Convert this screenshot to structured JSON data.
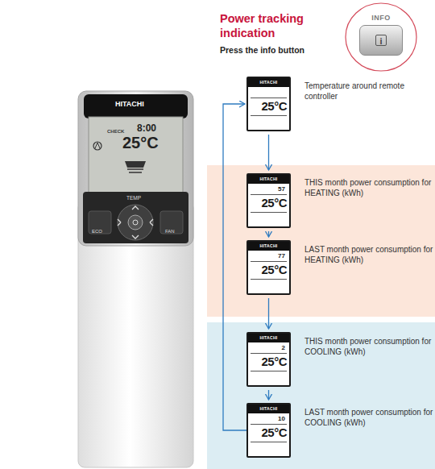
{
  "diagram": {
    "title": "Power tracking indication",
    "nodes": [
      {
        "text": [
          "INFO",
          "i"
        ]
      },
      {
        "text": [
          "HITACHI",
          "25°C",
          "Temperature around remote controller"
        ]
      },
      {
        "text": [
          "HITACHI",
          "57",
          "25°C",
          "THIS month power consumption for HEATING (kWh)"
        ]
      },
      {
        "text": [
          "HITACHI",
          "77",
          "25°C",
          "LAST month power consumption for HEATING (kWh)"
        ]
      },
      {
        "text": [
          "HITACHI",
          "2",
          "25°C",
          "THIS month power consumption for COOLING (kWh)"
        ]
      },
      {
        "text": [
          "HITACHI",
          "10",
          "25°C",
          "LAST month power consumption for COOLING (kWh)"
        ]
      }
    ],
    "edges": [
      {
        "from": 1,
        "to": 2,
        "arrow": "to"
      },
      {
        "from": 2,
        "to": 3,
        "arrow": "to"
      },
      {
        "from": 3,
        "to": 4,
        "arrow": "to"
      },
      {
        "from": 4,
        "to": 5,
        "arrow": "to"
      },
      {
        "from": 5,
        "to": 1,
        "arrow": "to"
      }
    ],
    "labels": [
      "Press the info button",
      "HITACHI",
      "CHECK",
      "8:00",
      "25°C",
      "TEMP",
      "ECO",
      "FAN"
    ]
  }
}
